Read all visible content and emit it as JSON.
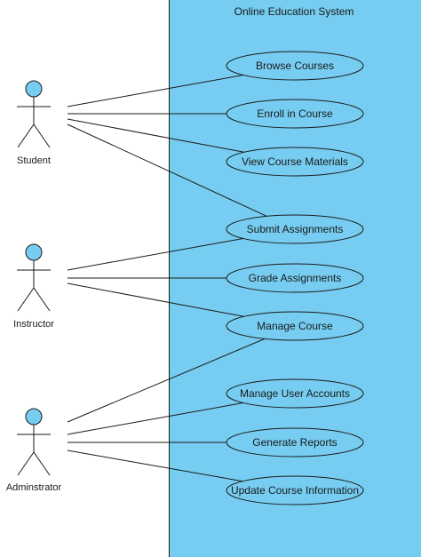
{
  "system": {
    "title": "Online Education System",
    "fill": "#76CDF1"
  },
  "actors": [
    {
      "id": "student",
      "label": "Student"
    },
    {
      "id": "instructor",
      "label": "Instructor"
    },
    {
      "id": "administrator",
      "label": "Adminstrator"
    }
  ],
  "use_cases": [
    {
      "id": "browse-courses",
      "label": "Browse Courses"
    },
    {
      "id": "enroll-in-course",
      "label": "Enroll in Course"
    },
    {
      "id": "view-course-materials",
      "label": "View Course Materials"
    },
    {
      "id": "submit-assignments",
      "label": "Submit Assignments"
    },
    {
      "id": "grade-assignments",
      "label": "Grade Assignments"
    },
    {
      "id": "manage-course",
      "label": "Manage Course"
    },
    {
      "id": "manage-user-accounts",
      "label": "Manage User Accounts"
    },
    {
      "id": "generate-reports",
      "label": "Generate Reports"
    },
    {
      "id": "update-course-information",
      "label": "Update Course Information"
    }
  ],
  "associations": [
    {
      "actor": "student",
      "use_case": "browse-courses"
    },
    {
      "actor": "student",
      "use_case": "enroll-in-course"
    },
    {
      "actor": "student",
      "use_case": "view-course-materials"
    },
    {
      "actor": "student",
      "use_case": "submit-assignments"
    },
    {
      "actor": "instructor",
      "use_case": "submit-assignments"
    },
    {
      "actor": "instructor",
      "use_case": "grade-assignments"
    },
    {
      "actor": "instructor",
      "use_case": "manage-course"
    },
    {
      "actor": "administrator",
      "use_case": "manage-course"
    },
    {
      "actor": "administrator",
      "use_case": "manage-user-accounts"
    },
    {
      "actor": "administrator",
      "use_case": "generate-reports"
    },
    {
      "actor": "administrator",
      "use_case": "update-course-information"
    }
  ]
}
